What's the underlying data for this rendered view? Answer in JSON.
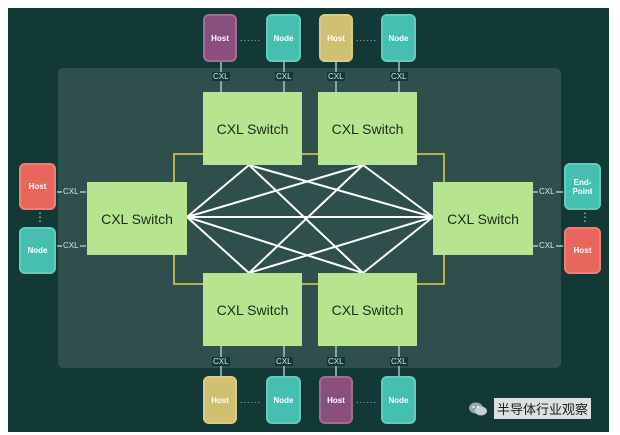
{
  "labels": {
    "host": "Host",
    "node": "Node",
    "endpoint": "End-\nPoint",
    "cxl": "CXL",
    "switch": "CXL Switch",
    "ellipsis": "......",
    "vdots": "⋮"
  },
  "colors": {
    "background": "#133936",
    "panel": "#2f4f4d",
    "switch": "#b7e58f",
    "highlight_box": "#b8b24a",
    "mesh_lines": "#ffffff",
    "host_purple": "#8a4f7d",
    "host_yellow": "#cfc171",
    "host_red": "#e9665a",
    "node_teal": "#45bfb0"
  },
  "watermark": {
    "icon": "wechat-icon",
    "text": "半导体行业观察"
  }
}
